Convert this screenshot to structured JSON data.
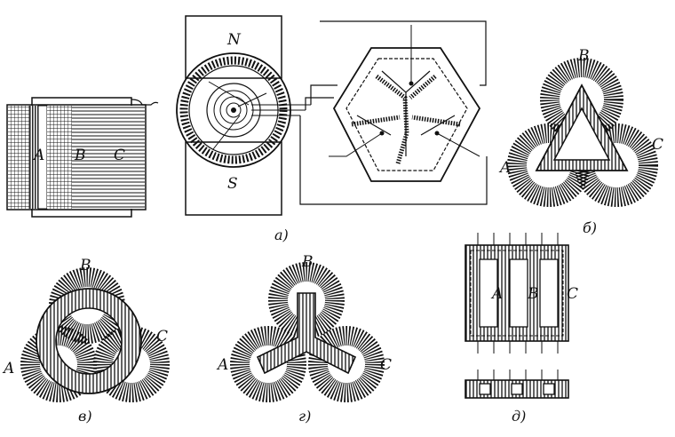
{
  "figure": {
    "captions": {
      "a": "а)",
      "b": "б)",
      "v": "в)",
      "g": "г)",
      "d": "д)"
    },
    "generator": {
      "pole_north": "N",
      "pole_south": "S"
    },
    "phase_labels": {
      "stack": [
        "A",
        "B",
        "C"
      ],
      "triangle": [
        "A",
        "B",
        "C"
      ],
      "ring": [
        "A",
        "B",
        "C"
      ],
      "yoke": [
        "A",
        "B",
        "C"
      ],
      "core": [
        "A",
        "B",
        "C"
      ]
    }
  }
}
